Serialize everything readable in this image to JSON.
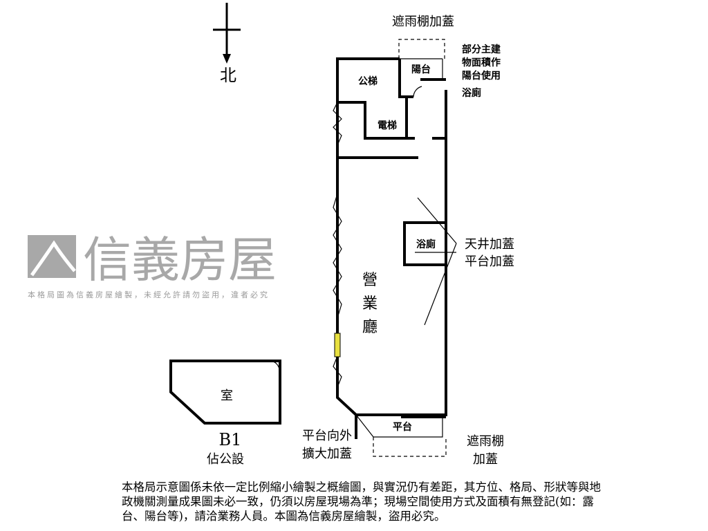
{
  "north_label": "北",
  "labels": {
    "canopy_top": "遮雨棚加蓋",
    "balcony_note": [
      "部分主建",
      "物面積作",
      "陽台使用"
    ],
    "balcony": "陽台",
    "bathroom_top": "浴廁",
    "public_stairs": "公梯",
    "elevator": "電梯",
    "bathroom_mid": "浴廁",
    "skylight_note": [
      "天井加蓋",
      "平台加蓋"
    ],
    "business_hall": [
      "營",
      "業",
      "廳"
    ],
    "platform": "平台",
    "platform_ext": [
      "平台向外",
      "擴大加蓋"
    ],
    "canopy_bottom": [
      "遮雨棚",
      "加蓋"
    ],
    "b1_room": "室",
    "b1_level": "B1",
    "b1_note": "佔公設"
  },
  "watermark": {
    "brand": "信義房屋",
    "text": "本格局圖為信義房屋繪製，未經允許請勿盜用，違者必究"
  },
  "disclaimer": "本格局示意圖係未依一定比例縮小繪製之概繪圖，與實況仍有差距，其方位、格局、形狀等與地政機關測量成果圖未必一致，仍須以房屋現場為準；現場空間使用方式及面積有無登記(如：露台、陽台等)，請洽業務人員。本圖為信義房屋繪製，盜用必究。",
  "colors": {
    "wall": "#000000",
    "watermark": "#9a9a9a",
    "door_highlight": "#e8e040"
  }
}
